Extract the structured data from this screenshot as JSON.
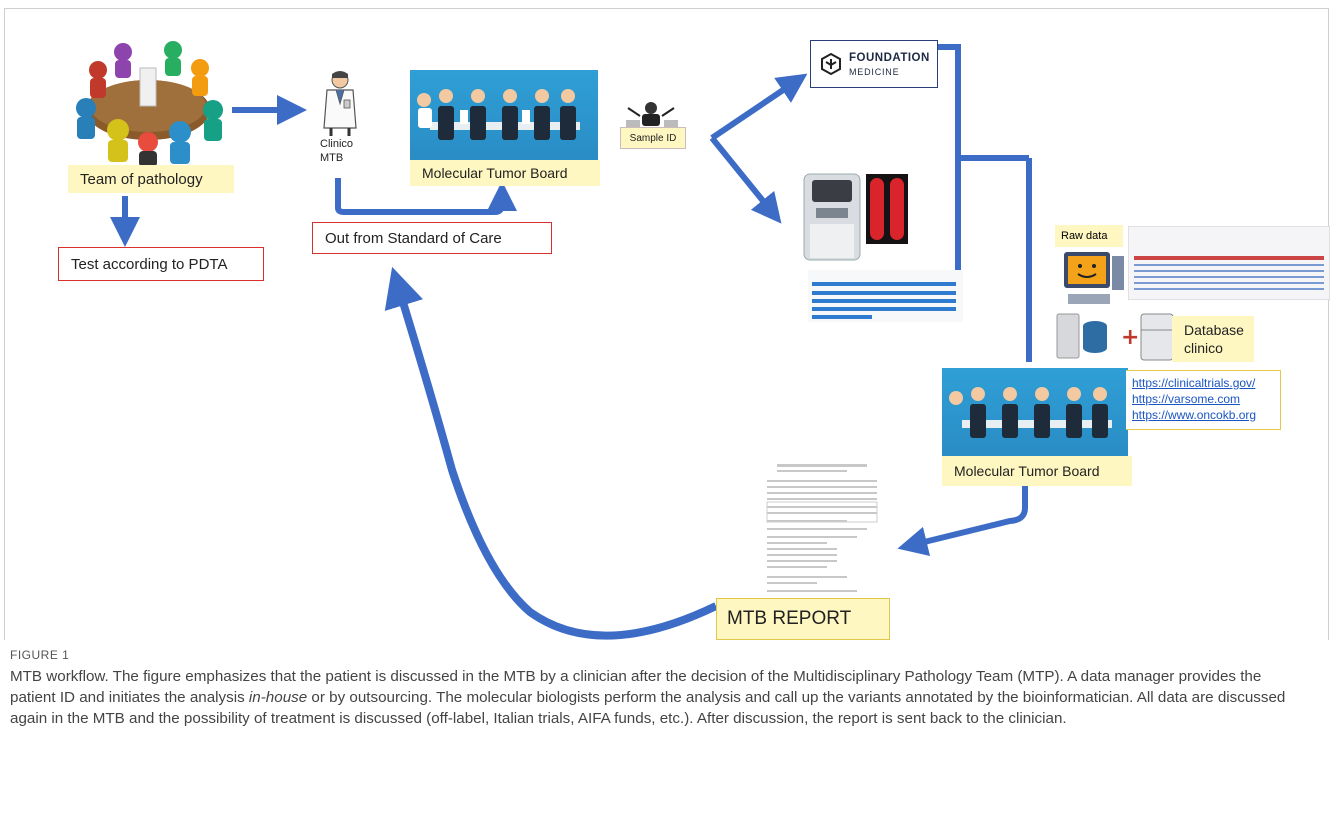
{
  "figure": {
    "team_of_pathology": "Team of pathology",
    "test_pdta": "Test according to PDTA",
    "clinico_mtb": "Clinico\nMTB",
    "molecular_tumor_board_top": "Molecular Tumor Board",
    "out_from_soc": "Out from Standard of Care",
    "sample_id": "Sample ID",
    "foundation": "FOUNDATION",
    "medicine": "MEDICINE",
    "raw_data": "Raw data",
    "database_clinico": "Database\nclinico",
    "links": [
      "https://clinicaltrials.gov/",
      "https://varsome.com",
      "https://www.oncokb.org"
    ],
    "molecular_tumor_board_bottom": "Molecular Tumor Board",
    "mtb_report": "MTB REPORT",
    "colors": {
      "arrow": "#3d6cc7",
      "box_red": "#d9302b",
      "box_yellow": "#fff7c2",
      "mtb_bg": "#2f9fd6"
    }
  },
  "caption": {
    "label": "FIGURE 1",
    "text_before": "MTB workflow. The figure emphasizes that the patient is discussed in the MTB by a clinician after the decision of the Multidisciplinary Pathology Team (MTP). A data manager provides the patient ID and initiates the analysis ",
    "text_italic": "in-house",
    "text_after": " or by outsourcing. The molecular biologists perform the analysis and call up the variants annotated by the bioinformatician. All data are discussed again in the MTB and the possibility of treatment is discussed (off-label, Italian trials, AIFA funds, etc.). After discussion, the report is sent back to the clinician."
  }
}
